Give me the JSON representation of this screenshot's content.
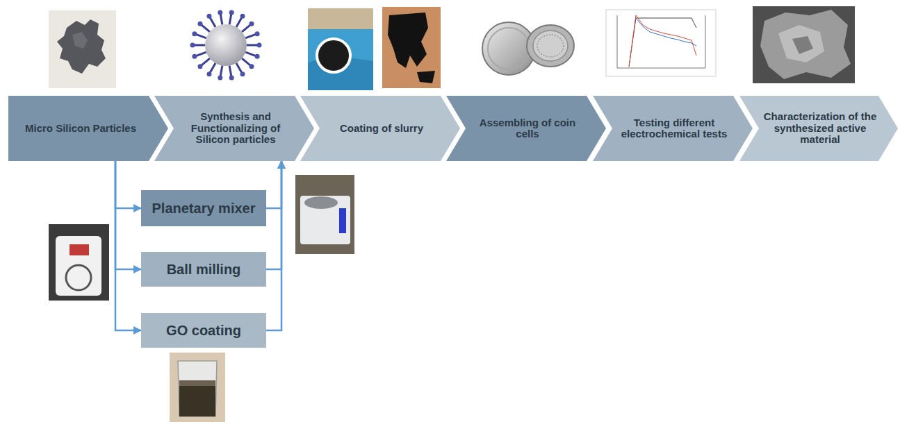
{
  "diagram": {
    "nodes": [
      {
        "text": [
          "Micro Silicon Particles"
        ]
      },
      {
        "text": [
          "Synthesis and Functionalizing of Silicon particles"
        ]
      },
      {
        "text": [
          "Coating of slurry"
        ]
      },
      {
        "text": [
          "Assembling of coin cells"
        ]
      },
      {
        "text": [
          "Testing different electrochemical tests"
        ]
      },
      {
        "text": [
          "Characterization of the synthesized active material"
        ]
      },
      {
        "text": [
          "Planetary mixer"
        ]
      },
      {
        "text": [
          "Ball milling"
        ]
      },
      {
        "text": [
          "GO coating"
        ]
      }
    ],
    "edges": [
      {
        "from": 0,
        "to": 6,
        "arrow": "to"
      },
      {
        "from": 0,
        "to": 7,
        "arrow": "to"
      },
      {
        "from": 0,
        "to": 8,
        "arrow": "to"
      },
      {
        "from": 6,
        "to": 1,
        "arrow": "to"
      },
      {
        "from": 7,
        "to": 1,
        "arrow": "to"
      },
      {
        "from": 8,
        "to": 1,
        "arrow": "to"
      }
    ]
  }
}
